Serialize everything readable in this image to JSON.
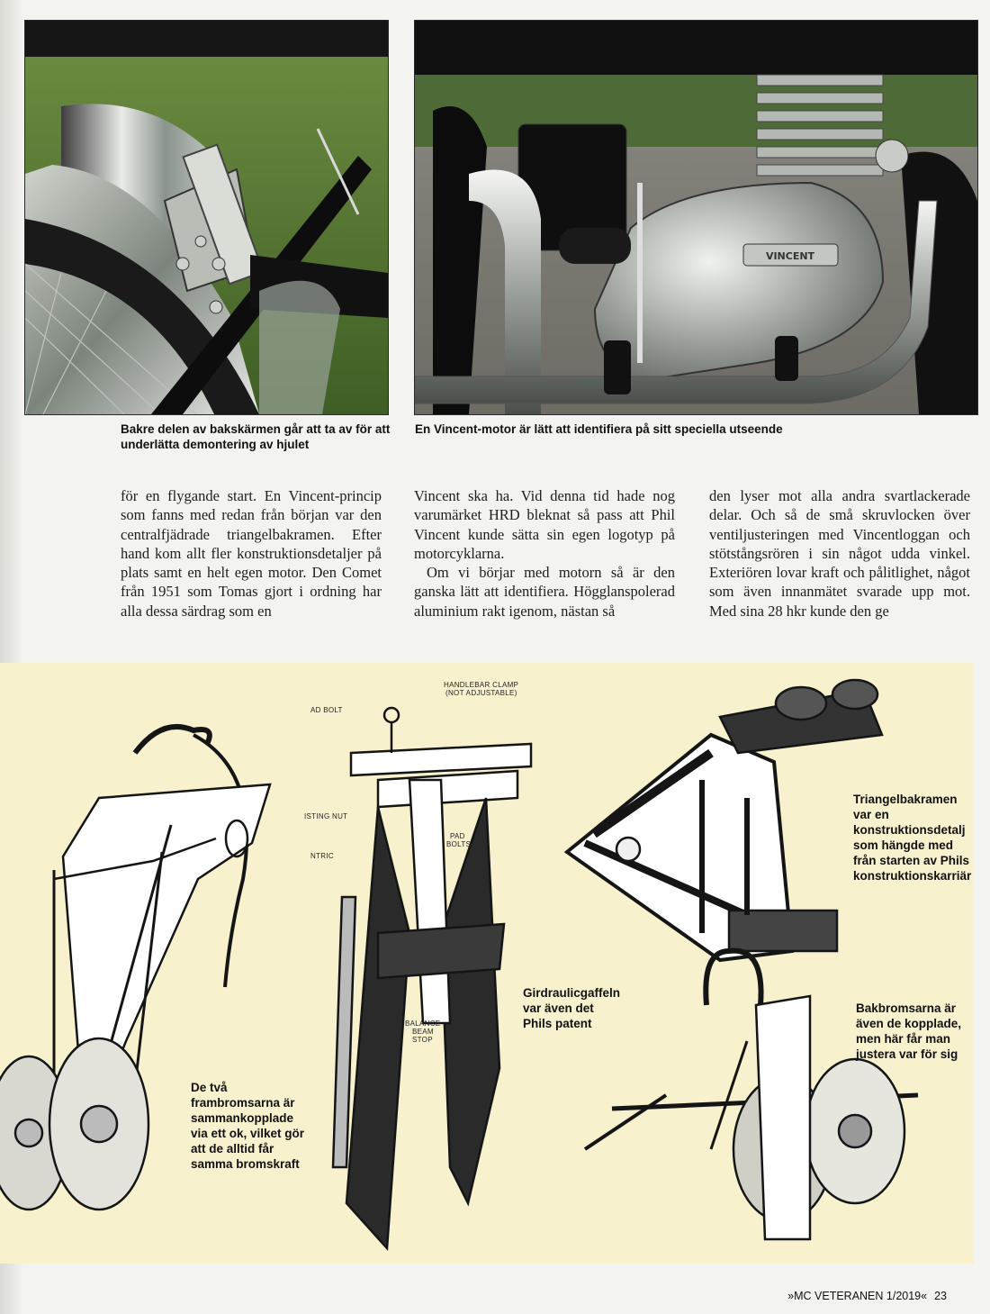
{
  "captions": {
    "fender": "Bakre delen av bakskärmen går att ta av för att underlätta demontering av hjulet",
    "engine": "En Vincent-motor är lätt att identifiera på sitt speciella utseende"
  },
  "body_text": {
    "col1_p1": "för en flygande start. En Vincent-princip som fanns med redan från början var den centralfjädrade triangelbakramen. Efter hand kom allt fler konstruktionsdetaljer på plats samt en helt egen motor. Den Comet från 1951 som Tomas gjort i ordning har alla dessa särdrag som en",
    "col2_p1": "Vincent ska ha. Vid denna tid hade nog varumärket HRD bleknat så pass att Phil Vincent kunde sätta sin egen logotyp på motorcyklarna.",
    "col2_p2": "Om vi börjar med motorn så är den ganska lätt att identifiera. Högglanspolerad aluminium rakt igenom, nästan så",
    "col3_p1": "den lyser mot alla andra svartlackerade delar. Och så de små skruvlocken över ventiljusteringen med Vincentloggan och stötstångsrören i sin något udda vinkel. Exteriören lovar kraft och pålitlighet, något som även innanmätet svarade upp mot. Med sina 28 hkr kunde den ge"
  },
  "diagram_labels": {
    "front_brakes": "De två frambromsarna är sammankopplade via ett ok, vilket gör att de alltid får samma bromskraft",
    "girdraulic": "Girdraulicgaffeln var även det Phils patent",
    "triangle_frame": "Triangelbakramen var en konstruktionsdetalj som hängde med från starten av Phils konstruktionskarriär",
    "rear_brakes": "Bakbromsarna är även de kopplade, men här får man justera var för sig"
  },
  "diagram_callouts": {
    "handlebar_clamp": "HANDLEBAR CLAMP",
    "not_adjustable": "(NOT ADJUSTABLE)",
    "pad_bolt": "AD BOLT",
    "adjusting_nut": "ISTING NUT",
    "eccentric": "NTRIC",
    "pad_bolts_1": "PAD",
    "pad_bolts_2": "BOLTS",
    "balance_1": "BALANCE",
    "balance_2": "BEAM",
    "balance_3": "STOP"
  },
  "footer": {
    "magazine": "»MC VETERANEN 1/2019«",
    "page_number": "23"
  },
  "photo_text": {
    "engine_badge": "VINCENT"
  }
}
